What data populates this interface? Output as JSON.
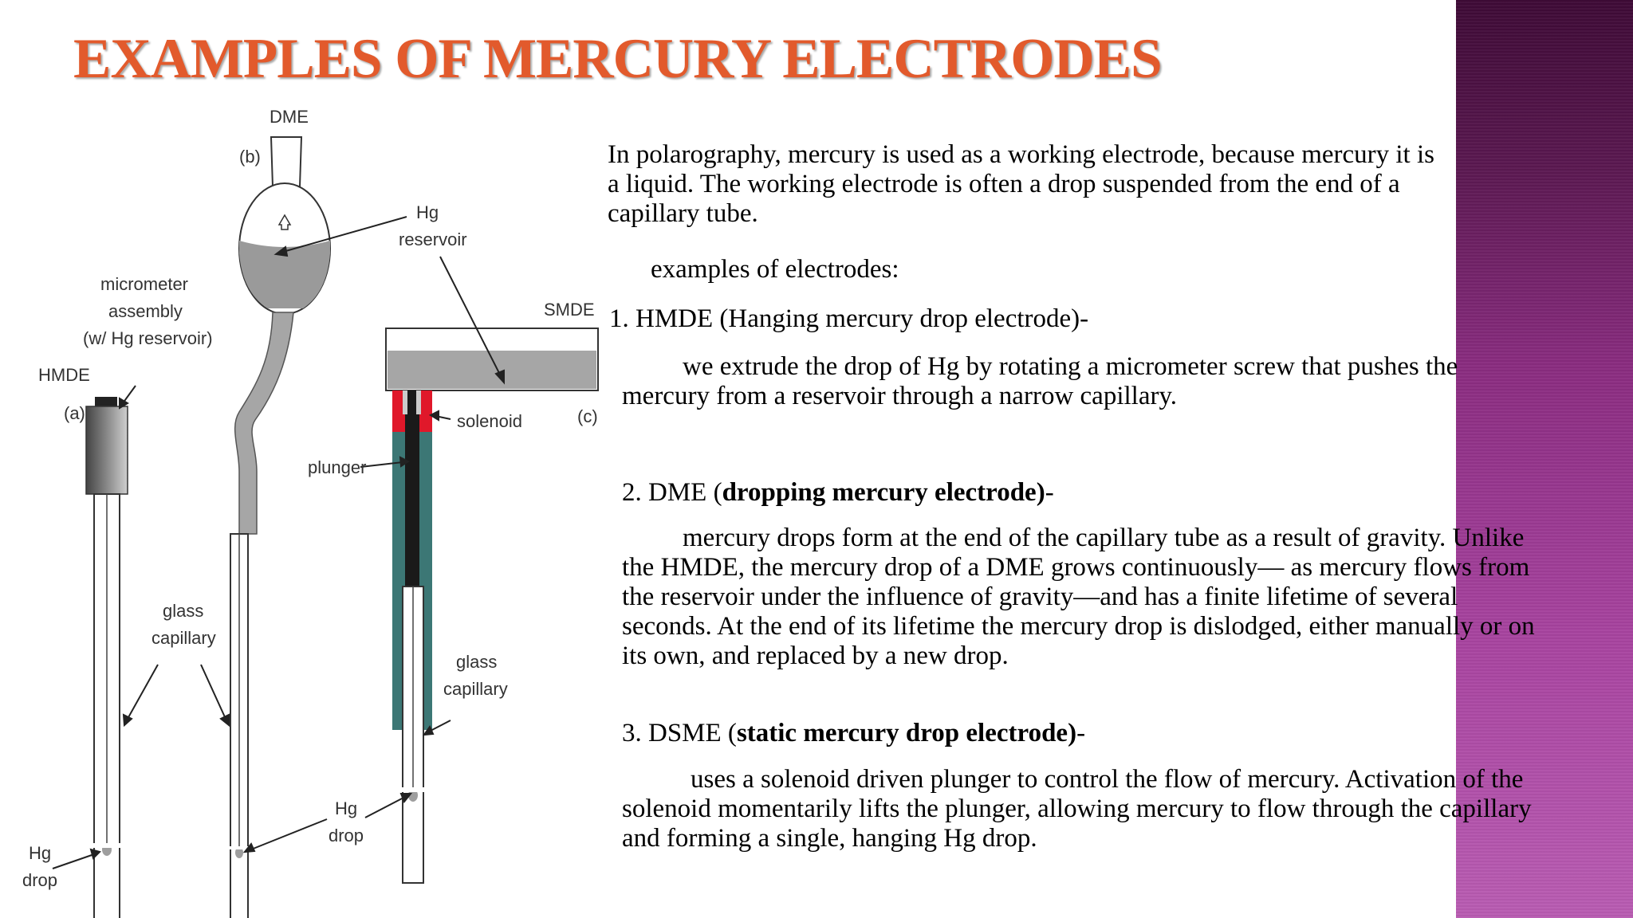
{
  "slide": {
    "title": "EXAMPLES OF MERCURY ELECTRODES",
    "colors": {
      "title": "#e25a2c",
      "side_band": "#8a2c80"
    }
  },
  "figure": {
    "labels": {
      "dme": "DME",
      "b": "(b)",
      "hg_reservoir_1": "Hg",
      "hg_reservoir_2": "reservoir",
      "micrometer_1": "micrometer",
      "micrometer_2": "assembly",
      "micrometer_3": "(w/ Hg reservoir)",
      "smde": "SMDE",
      "hmde": "HMDE",
      "a": "(a)",
      "solenoid": "solenoid",
      "c": "(c)",
      "plunger": "plunger",
      "glass_capillary_left_1": "glass",
      "glass_capillary_left_2": "capillary",
      "glass_capillary_right_1": "glass",
      "glass_capillary_right_2": "capillary",
      "hg_drop_mid_1": "Hg",
      "hg_drop_mid_2": "drop",
      "hg_drop_left_1": "Hg",
      "hg_drop_left_2": "drop"
    }
  },
  "content": {
    "intro": "In polarography, mercury is used as a working electrode, because mercury it is a liquid.       The working electrode is often a drop suspended from the end of a capillary tube.",
    "examples_label": "examples of electrodes:",
    "item1_heading": "1.  HMDE (Hanging mercury drop electrode)-",
    "item1_desc": "we extrude the drop of Hg by rotating a micrometer screw that pushes the mercury from a reservoir through a narrow capillary.",
    "item2_prefix": "2. DME (",
    "item2_bold": "dropping mercury electrode)",
    "item2_suffix": "-",
    "item2_desc": "mercury drops form at the end of the capillary tube as a result of gravity. Unlike the HMDE, the mercury drop of a DME grows continuously—  as mercury flows from the reservoir under the influence of gravity—and has  a finite lifetime of several seconds. At the end of its lifetime the mercury  drop is dislodged, either manually or on its own, and replaced by a new  drop.",
    "item3_prefix": "3. DSME (",
    "item3_bold": "static mercury drop electrode)",
    "item3_suffix": "-",
    "item3_desc": "uses a solenoid driven plunger to control the flow of mercury. Activation of the solenoid momentarily lifts the plunger, allowing mercury to flow through the capillary and forming a single, hanging Hg drop."
  }
}
